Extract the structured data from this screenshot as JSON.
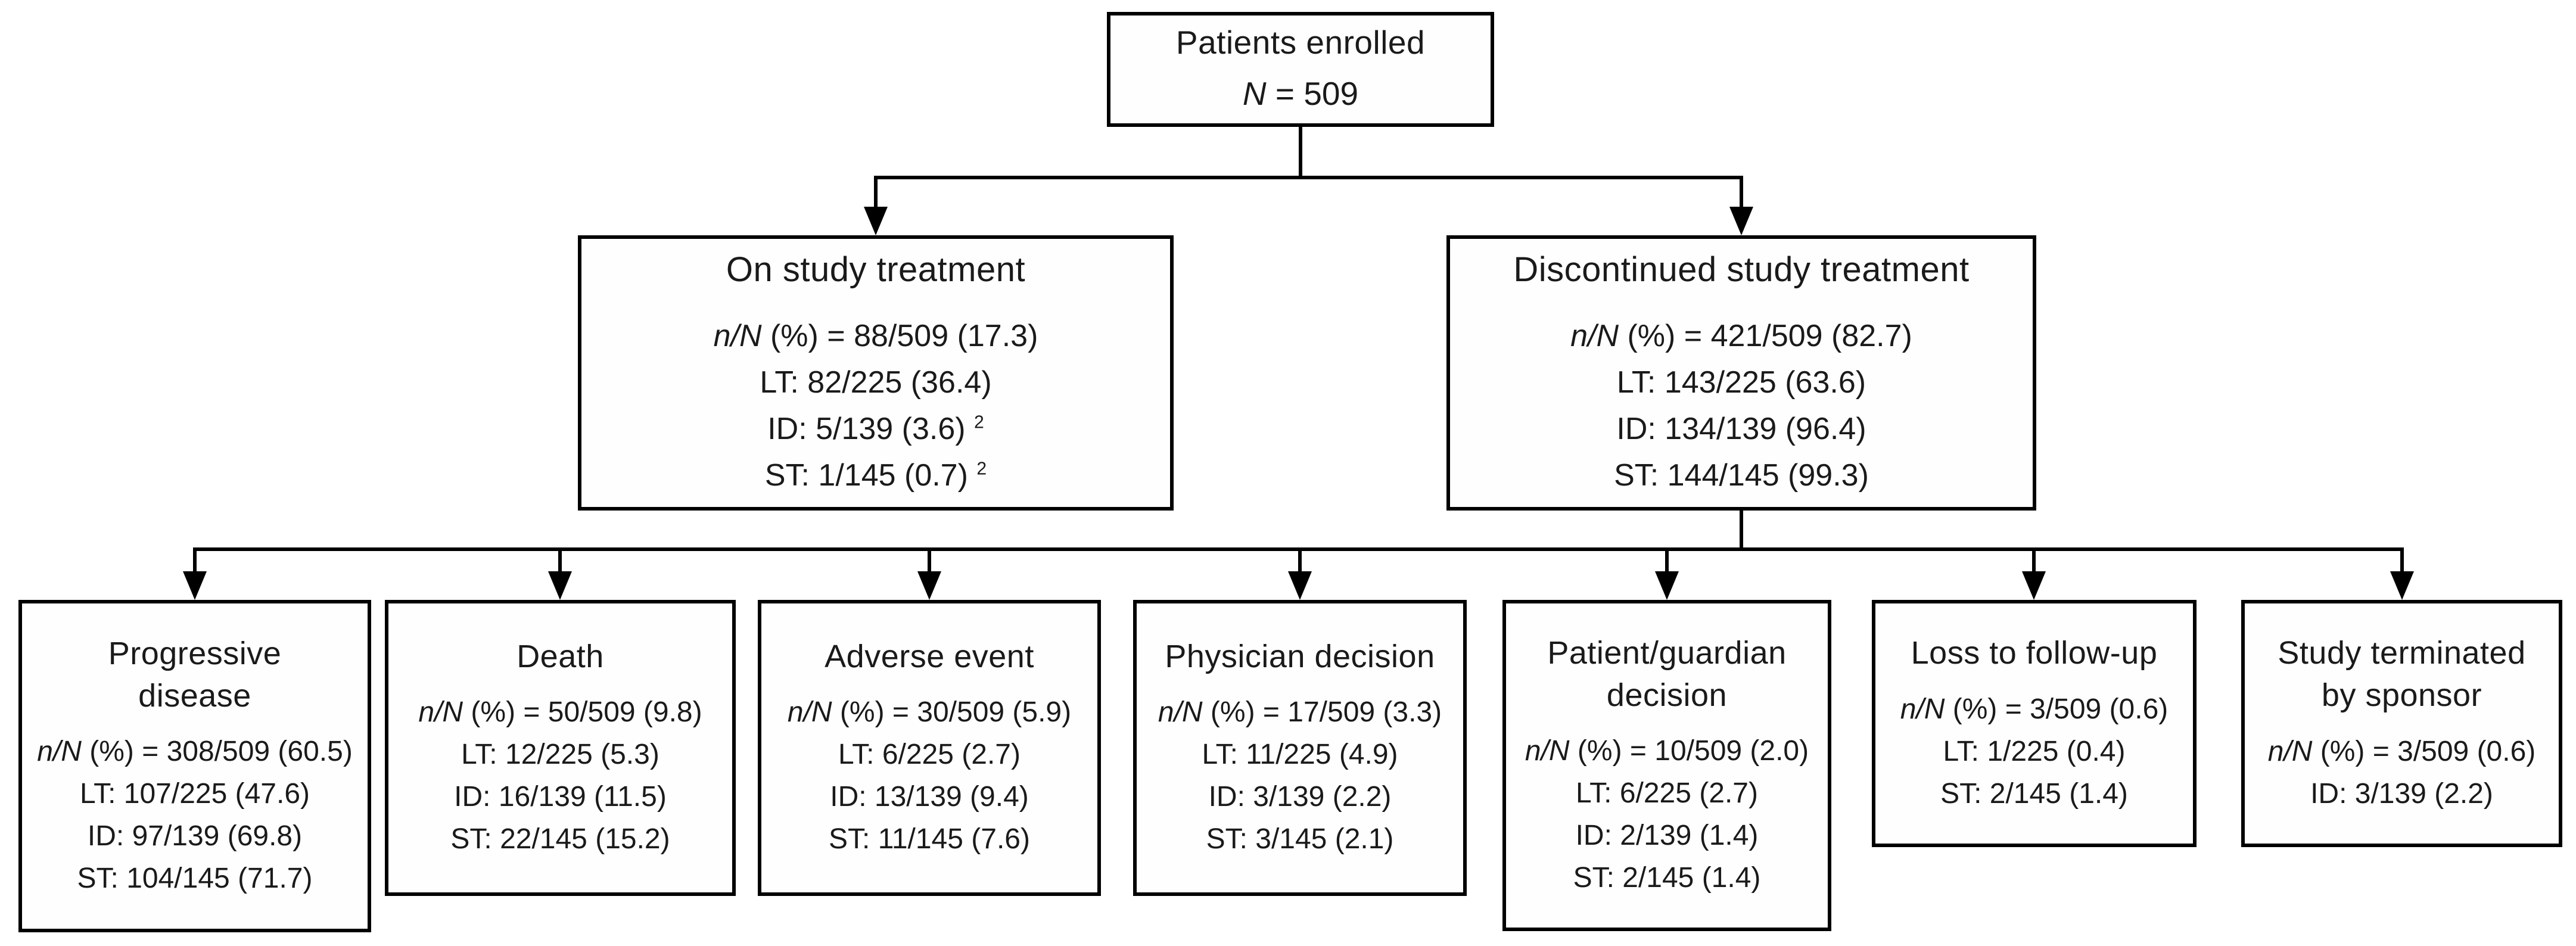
{
  "figure": {
    "kind": "patient-disposition-flowchart",
    "colors": {
      "background": "#ffffff",
      "box_border": "#000000",
      "connector": "#000000",
      "text": "#1a1a1a"
    }
  },
  "root": {
    "title_lines": [
      "Patients enrolled"
    ],
    "count": "N = 509"
  },
  "level2": [
    {
      "id": "on-study-treatment",
      "title_lines": [
        "On study treatment"
      ],
      "lines": [
        {
          "text": "n/N (%) = 88/509 (17.3)"
        },
        {
          "text": "LT: 82/225 (36.4)"
        },
        {
          "text": "ID: 5/139 (3.6)",
          "sup": "2"
        },
        {
          "text": "ST: 1/145 (0.7)",
          "sup": "2"
        }
      ]
    },
    {
      "id": "discontinued-study-treatment",
      "title_lines": [
        "Discontinued study treatment"
      ],
      "lines": [
        {
          "text": "n/N (%) = 421/509 (82.7)"
        },
        {
          "text": "LT: 143/225 (63.6)"
        },
        {
          "text": "ID: 134/139 (96.4)"
        },
        {
          "text": "ST: 144/145 (99.3)"
        }
      ]
    }
  ],
  "level3": [
    {
      "id": "progressive-disease",
      "title_lines": [
        "Progressive",
        "disease"
      ],
      "lines": [
        {
          "text": "n/N (%) = 308/509 (60.5)"
        },
        {
          "text": "LT: 107/225 (47.6)"
        },
        {
          "text": "ID: 97/139 (69.8)"
        },
        {
          "text": "ST: 104/145 (71.7)"
        }
      ]
    },
    {
      "id": "death",
      "title_lines": [
        "Death"
      ],
      "lines": [
        {
          "text": "n/N (%) = 50/509 (9.8)"
        },
        {
          "text": "LT: 12/225 (5.3)"
        },
        {
          "text": "ID: 16/139 (11.5)"
        },
        {
          "text": "ST: 22/145 (15.2)"
        }
      ]
    },
    {
      "id": "adverse-event",
      "title_lines": [
        "Adverse event"
      ],
      "lines": [
        {
          "text": "n/N (%) = 30/509 (5.9)"
        },
        {
          "text": "LT: 6/225 (2.7)"
        },
        {
          "text": "ID: 13/139 (9.4)"
        },
        {
          "text": "ST: 11/145 (7.6)"
        }
      ]
    },
    {
      "id": "physician-decision",
      "title_lines": [
        "Physician decision"
      ],
      "lines": [
        {
          "text": "n/N (%) = 17/509 (3.3)"
        },
        {
          "text": "LT: 11/225 (4.9)"
        },
        {
          "text": "ID: 3/139 (2.2)"
        },
        {
          "text": "ST: 3/145 (2.1)"
        }
      ]
    },
    {
      "id": "patient-guardian-decision",
      "title_lines": [
        "Patient/guardian",
        "decision"
      ],
      "lines": [
        {
          "text": "n/N (%) = 10/509 (2.0)"
        },
        {
          "text": "LT: 6/225 (2.7)"
        },
        {
          "text": "ID: 2/139 (1.4)"
        },
        {
          "text": "ST: 2/145 (1.4)"
        }
      ]
    },
    {
      "id": "loss-to-follow-up",
      "title_lines": [
        "Loss to follow-up"
      ],
      "lines": [
        {
          "text": "n/N (%) = 3/509 (0.6)"
        },
        {
          "text": "LT: 1/225 (0.4)"
        },
        {
          "text": "ST: 2/145 (1.4)"
        }
      ]
    },
    {
      "id": "study-terminated-by-sponsor",
      "title_lines": [
        "Study terminated",
        "by sponsor"
      ],
      "lines": [
        {
          "text": "n/N (%) = 3/509 (0.6)"
        },
        {
          "text": "ID: 3/139 (2.2)"
        }
      ]
    }
  ]
}
